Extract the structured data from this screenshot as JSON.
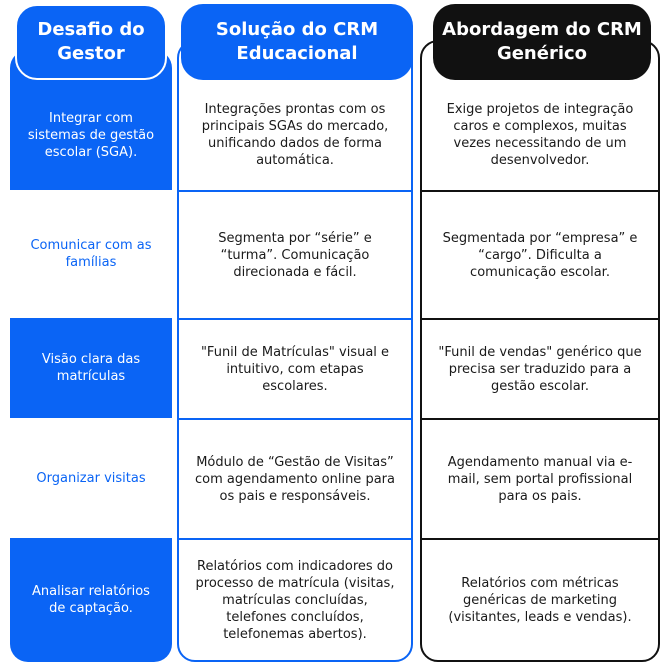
{
  "headers": {
    "challenge": "Desafio do Gestor",
    "educational": "Solução do CRM Educacional",
    "generic": "Abordagem do CRM Genérico"
  },
  "rows": [
    {
      "challenge": "Integrar com sistemas de gestão escolar (SGA).",
      "educational": "Integrações prontas com os principais SGAs do mercado, unificando dados de forma automática.",
      "generic": "Exige projetos de integração caros e complexos, muitas vezes necessitando de um desenvolvedor."
    },
    {
      "challenge": "Comunicar com as famílias",
      "educational": "Segmenta por “série” e “turma”. Comunicação direcionada e fácil.",
      "generic": "Segmentada por “empresa” e “cargo”. Dificulta a comunicação escolar."
    },
    {
      "challenge": "Visão clara das matrículas",
      "educational": "\"Funil de Matrículas\" visual e intuitivo, com etapas escolares.",
      "generic": "\"Funil de vendas\" genérico que precisa ser traduzido para a gestão escolar."
    },
    {
      "challenge": "Organizar visitas",
      "educational": "Módulo de “Gestão de Visitas” com agendamento online para os pais e responsáveis.",
      "generic": "Agendamento manual via e-mail, sem portal profissional para os pais."
    },
    {
      "challenge": "Analisar relatórios de captação.",
      "educational": "Relatórios com indicadores do processo de matrícula (visitas, matrículas concluídas, telefones concluídos, telefonemas abertos).",
      "generic": "Relatórios com métricas genéricas de marketing (visitantes, leads e vendas)."
    }
  ],
  "colors": {
    "blue": "#0a64f5",
    "black": "#111111",
    "white": "#ffffff"
  }
}
